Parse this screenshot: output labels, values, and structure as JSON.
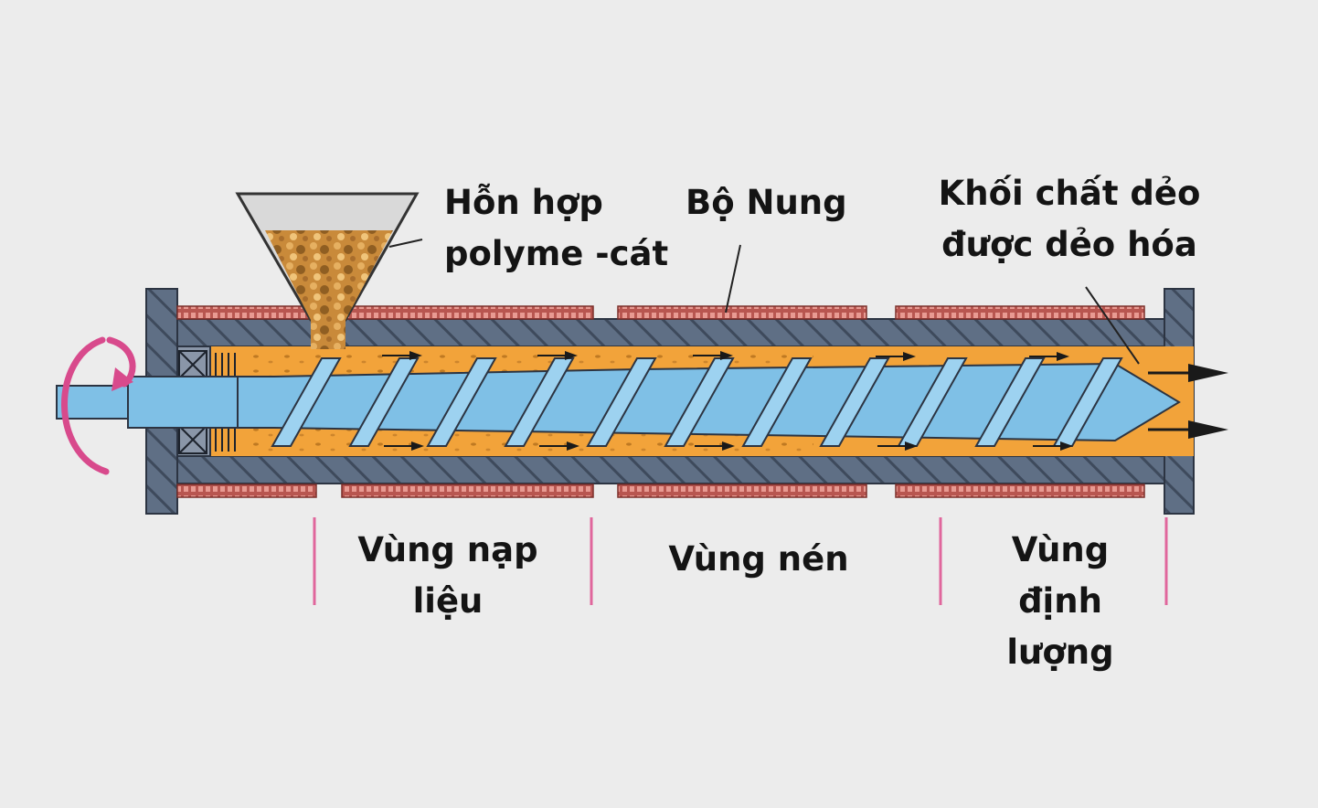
{
  "labels": {
    "mixture": [
      "Hỗn hợp",
      "polyme -cát"
    ],
    "heater": [
      "Bộ Nung"
    ],
    "plastic_mass": [
      "Khối chất dẻo",
      "được dẻo hóa"
    ],
    "feed_zone": [
      "Vùng nạp",
      "liệu"
    ],
    "compression_zone": [
      "Vùng nén"
    ],
    "metering_zone": [
      "Vùng",
      "định",
      "lượng"
    ]
  },
  "colors": {
    "background": "#ececec",
    "barrel": "#5f6f85",
    "barrel_hatch": "#3e4a5c",
    "melt": "#f2a33a",
    "screw": "#7fc0e6",
    "heater_band": "#c9645e",
    "zone_marker": "#e0669c",
    "rotation_arrow": "#d84a8c",
    "granules": "#c98a3a",
    "flow_arrow": "#1a1a1a"
  },
  "icons": {
    "rotation": "rotation-arrow-icon",
    "flow": "flow-arrow-icon"
  }
}
